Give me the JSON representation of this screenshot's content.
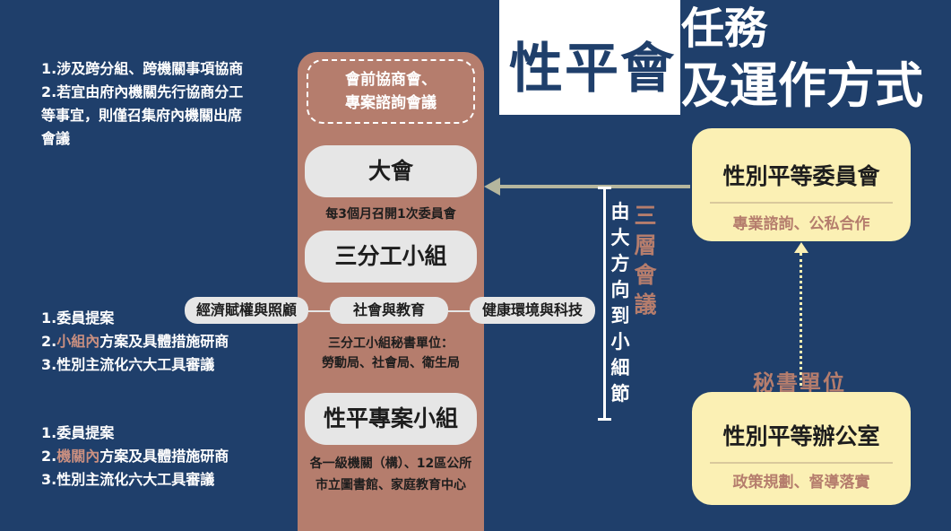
{
  "title": {
    "part1": "性平會",
    "part2": "任務",
    "part3": "及運作方式"
  },
  "center": {
    "dashed": [
      "會前協商會、",
      "專案諮詢會議"
    ],
    "da": "大會",
    "da_note": "每3個月召開1次委員會",
    "san": "三分工小組",
    "san_sub": {
      "left": "經濟賦權與照顧",
      "mid": "社會與教育",
      "right": "健康環境與科技"
    },
    "san_note": [
      "三分工小組秘書單位：",
      "勞動局、社會局、衛生局"
    ],
    "xp": "性平專案小組",
    "xp_note": [
      "各一級機關（構）、12區公所",
      "市立圖書館、家庭教育中心"
    ]
  },
  "left_lists": {
    "list1": [
      "1.涉及跨分組、跨機關事項協商",
      "2.若宜由府內機關先行協商分工",
      "等事宜，則僅召集府內機關出席",
      "會議"
    ],
    "list2": {
      "l1": "1.委員提案",
      "l2_pre": "2.",
      "l2_hl": "小組內",
      "l2_post": "方案及具體措施研商",
      "l3": "3.性別主流化六大工具審議"
    },
    "list3": {
      "l1": "1.委員提案",
      "l2_pre": "2.",
      "l2_hl": "機關內",
      "l2_post": "方案及具體措施研商",
      "l3": "3.性別主流化六大工具審議"
    }
  },
  "right": {
    "box1": {
      "title": "性別平等委員會",
      "sub": "專業諮詢、公私合作"
    },
    "secretary": "秘書單位",
    "box2": {
      "title": "性別平等辦公室",
      "sub": "政策規劃、督導落實"
    }
  },
  "vertical": {
    "direction": [
      "由",
      "大",
      "方",
      "向",
      "到",
      "小",
      "細",
      "節"
    ],
    "three": [
      "三",
      "層",
      "會",
      "議"
    ]
  },
  "colors": {
    "background": "#1f3f6b",
    "column": "#b57d6d",
    "pill": "#e6e6e6",
    "yellow": "#fbf0b4",
    "accent": "#b57d6d"
  }
}
